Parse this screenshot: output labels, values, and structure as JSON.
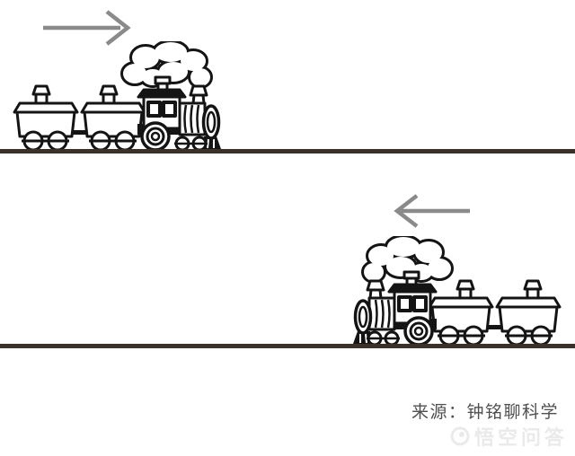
{
  "page": {
    "background": "#ffffff",
    "kind": "physics illustration: two trains moving in opposite directions"
  },
  "top_scene": {
    "arrow": {
      "direction": "right",
      "color": "#8a8a8a"
    },
    "train": {
      "facing": "right",
      "description": "cartoon steam locomotive pulling two box cars, smoke cloud above stack"
    },
    "ground_color": "#3a322a"
  },
  "bottom_scene": {
    "arrow": {
      "direction": "left",
      "color": "#8a8a8a"
    },
    "train": {
      "facing": "left",
      "description": "mirrored cartoon steam locomotive pulling two box cars, smoke cloud above stack"
    },
    "ground_color": "#3a322a"
  },
  "caption": {
    "source_label": "来源：钟铭聊科学",
    "color": "#4f4f4f"
  },
  "watermark": {
    "text": "悟空问答",
    "color": "#eaeaea"
  }
}
